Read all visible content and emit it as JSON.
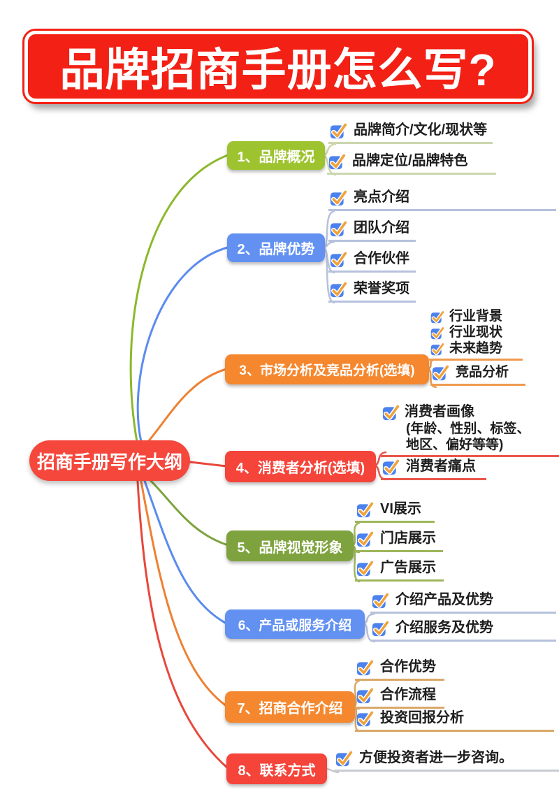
{
  "title": "品牌招商手册怎么写?",
  "root": {
    "label": "招商手册写作大纲"
  },
  "branches": [
    {
      "label": "1、品牌概况",
      "color": "#9dc32f",
      "children": [
        {
          "label": "品牌简介/文化/现状等"
        },
        {
          "label": "品牌定位/品牌特色"
        }
      ]
    },
    {
      "label": "2、品牌优势",
      "color": "#6291f2",
      "children": [
        {
          "label": "亮点介绍"
        },
        {
          "label": "团队介绍"
        },
        {
          "label": "合作伙伴"
        },
        {
          "label": "荣誉奖项"
        }
      ]
    },
    {
      "label": "3、市场分析及竞品分析(选填)",
      "color": "#f5872e",
      "children": [
        {
          "lines": [
            "行业背景",
            "行业现状",
            "未来趋势"
          ]
        },
        {
          "label": "竞品分析"
        }
      ]
    },
    {
      "label": "4、消费者分析(选填)",
      "color": "#f5443a",
      "children": [
        {
          "label": "消费者画像",
          "sublines": [
            "(年龄、性别、标签、",
            "地区、偏好等等)"
          ]
        },
        {
          "label": "消费者痛点"
        }
      ]
    },
    {
      "label": "5、品牌视觉形象",
      "color": "#7ea33e",
      "children": [
        {
          "label": "VI展示"
        },
        {
          "label": "门店展示"
        },
        {
          "label": "广告展示"
        }
      ]
    },
    {
      "label": "6、产品或服务介绍",
      "color": "#6291f2",
      "children": [
        {
          "label": "介绍产品及优势"
        },
        {
          "label": "介绍服务及优势"
        }
      ]
    },
    {
      "label": "7、招商合作介绍",
      "color": "#f5872e",
      "children": [
        {
          "label": "合作优势"
        },
        {
          "label": "合作流程"
        },
        {
          "label": "投资回报分析"
        }
      ]
    },
    {
      "label": "8、联系方式",
      "color": "#f5443a",
      "children": [
        {
          "label": "方便投资者进一步咨询。"
        }
      ]
    }
  ],
  "icons": {
    "leaf_bullet": "checked-checkbox"
  },
  "palette": {
    "title_red": "#f32015",
    "node_red": "#f5443a",
    "green": "#9dc32f",
    "olive": "#7ea33e",
    "blue": "#6291f2",
    "orange": "#f5872e",
    "checkbox_blue": "#4b82ee",
    "check_orange": "#f0a23a"
  }
}
